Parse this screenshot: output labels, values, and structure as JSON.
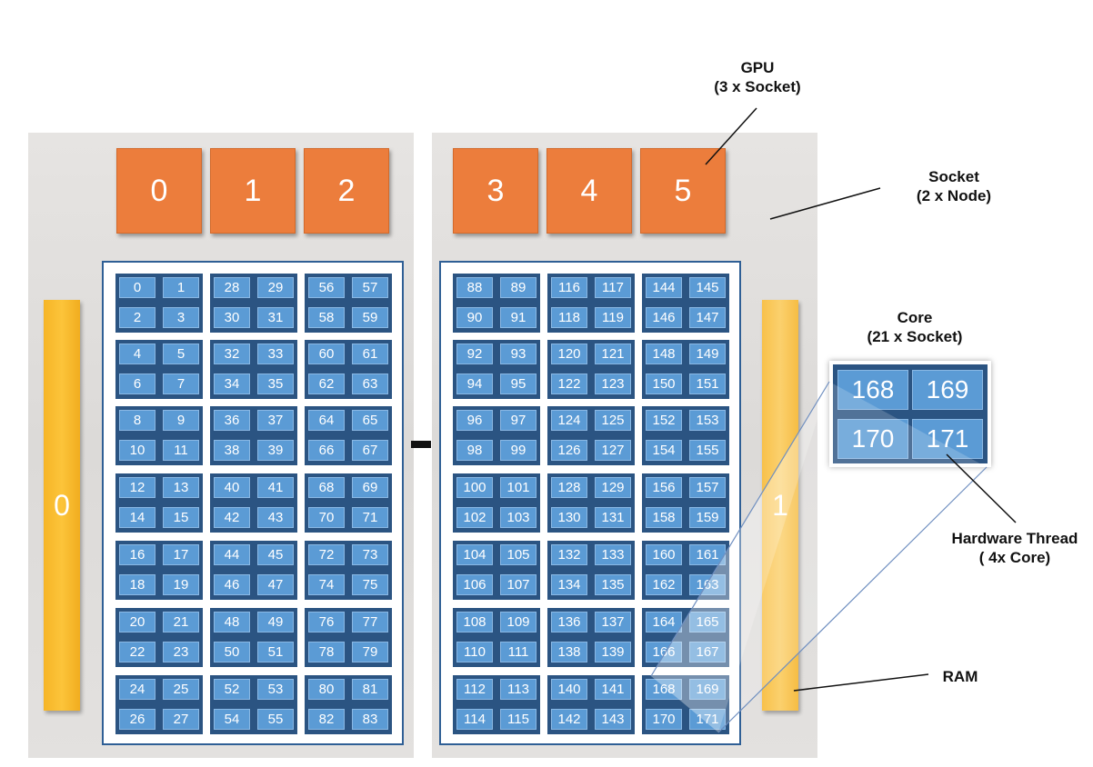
{
  "gpus": [
    "0",
    "1",
    "2",
    "3",
    "4",
    "5"
  ],
  "ram": [
    "0",
    "1"
  ],
  "threads_node0": [
    "0",
    "1",
    "2",
    "3",
    "4",
    "5",
    "6",
    "7",
    "8",
    "9",
    "10",
    "11",
    "12",
    "13",
    "14",
    "15",
    "16",
    "17",
    "18",
    "19",
    "20",
    "21",
    "22",
    "23",
    "24",
    "25",
    "26",
    "27",
    "28",
    "29",
    "30",
    "31",
    "32",
    "33",
    "34",
    "35",
    "36",
    "37",
    "38",
    "39",
    "40",
    "41",
    "42",
    "43",
    "44",
    "45",
    "46",
    "47",
    "48",
    "49",
    "50",
    "51",
    "52",
    "53",
    "54",
    "55",
    "56",
    "57",
    "58",
    "59",
    "60",
    "61",
    "62",
    "63",
    "64",
    "65",
    "66",
    "67",
    "68",
    "69",
    "70",
    "71",
    "72",
    "73",
    "74",
    "75",
    "76",
    "77",
    "78",
    "79",
    "80",
    "81",
    "82",
    "83"
  ],
  "threads_node1": [
    "88",
    "89",
    "90",
    "91",
    "92",
    "93",
    "94",
    "95",
    "96",
    "97",
    "98",
    "99",
    "100",
    "101",
    "102",
    "103",
    "104",
    "105",
    "106",
    "107",
    "108",
    "109",
    "110",
    "111",
    "112",
    "113",
    "114",
    "115",
    "116",
    "117",
    "118",
    "119",
    "120",
    "121",
    "122",
    "123",
    "124",
    "125",
    "126",
    "127",
    "128",
    "129",
    "130",
    "131",
    "132",
    "133",
    "134",
    "135",
    "136",
    "137",
    "138",
    "139",
    "140",
    "141",
    "142",
    "143",
    "144",
    "145",
    "146",
    "147",
    "148",
    "149",
    "150",
    "151",
    "152",
    "153",
    "154",
    "155",
    "156",
    "157",
    "158",
    "159",
    "160",
    "161",
    "162",
    "163",
    "164",
    "165",
    "166",
    "167",
    "168",
    "169",
    "170",
    "171"
  ],
  "zoomed_core": [
    "168",
    "169",
    "170",
    "171"
  ],
  "labels": {
    "gpu_title": "GPU",
    "gpu_sub": "(3 x Socket)",
    "socket_title": "Socket",
    "socket_sub": "(2 x Node)",
    "core_title": "Core",
    "core_sub": "(21 x Socket)",
    "thread_title": "Hardware Thread",
    "thread_sub": "( 4x Core)",
    "ram_title": "RAM"
  },
  "colors": {
    "gpu": "#ec7d3c",
    "ram": "#fcc43a",
    "core": "#2b5482",
    "thread": "#5b9bd5",
    "frame": "#2f5f95"
  }
}
